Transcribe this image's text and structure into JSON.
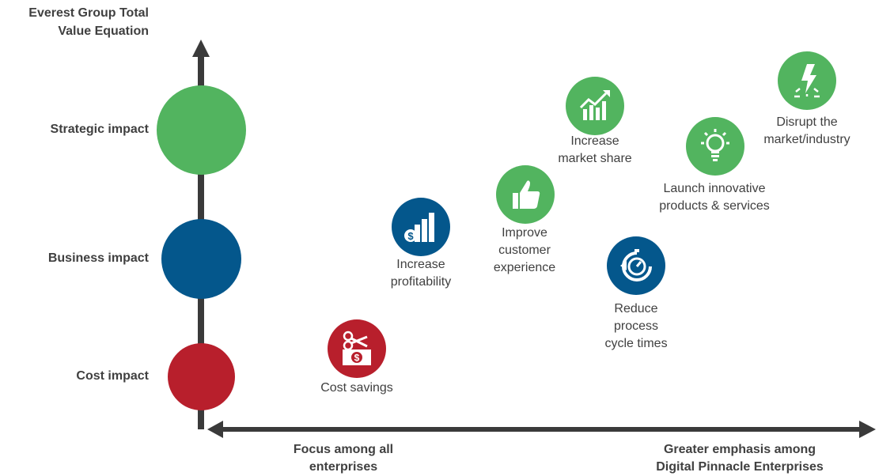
{
  "title": {
    "line1": "Everest Group Total",
    "line2": "Value Equation"
  },
  "levels": {
    "strategic": "Strategic impact",
    "business": "Business impact",
    "cost": "Cost impact"
  },
  "items": {
    "cost_savings": [
      "Cost savings"
    ],
    "profitability": [
      "Increase",
      "profitability"
    ],
    "customer_experience": [
      "Improve",
      "customer",
      "experience"
    ],
    "market_share": [
      "Increase",
      "market share"
    ],
    "cycle_times": [
      "Reduce",
      "process",
      "cycle times"
    ],
    "innovative": [
      "Launch innovative",
      "products & services"
    ],
    "disrupt": [
      "Disrupt the",
      "market/industry"
    ]
  },
  "x_axis": {
    "left": [
      "Focus among all",
      "enterprises"
    ],
    "right": [
      "Greater emphasis among",
      "Digital Pinnacle Enterprises"
    ]
  },
  "colors": {
    "green": "#52b45f",
    "blue": "#04578c",
    "red": "#b81f2c",
    "axis": "#3a3a3a"
  },
  "icons": {
    "cost_savings": "scissors-dollar-icon",
    "profitability": "bar-chart-dollar-icon",
    "customer_experience": "thumbs-up-icon",
    "market_share": "growth-chart-icon",
    "cycle_times": "stopwatch-cycle-icon",
    "innovative": "lightbulb-icon",
    "disrupt": "lightning-icon"
  }
}
